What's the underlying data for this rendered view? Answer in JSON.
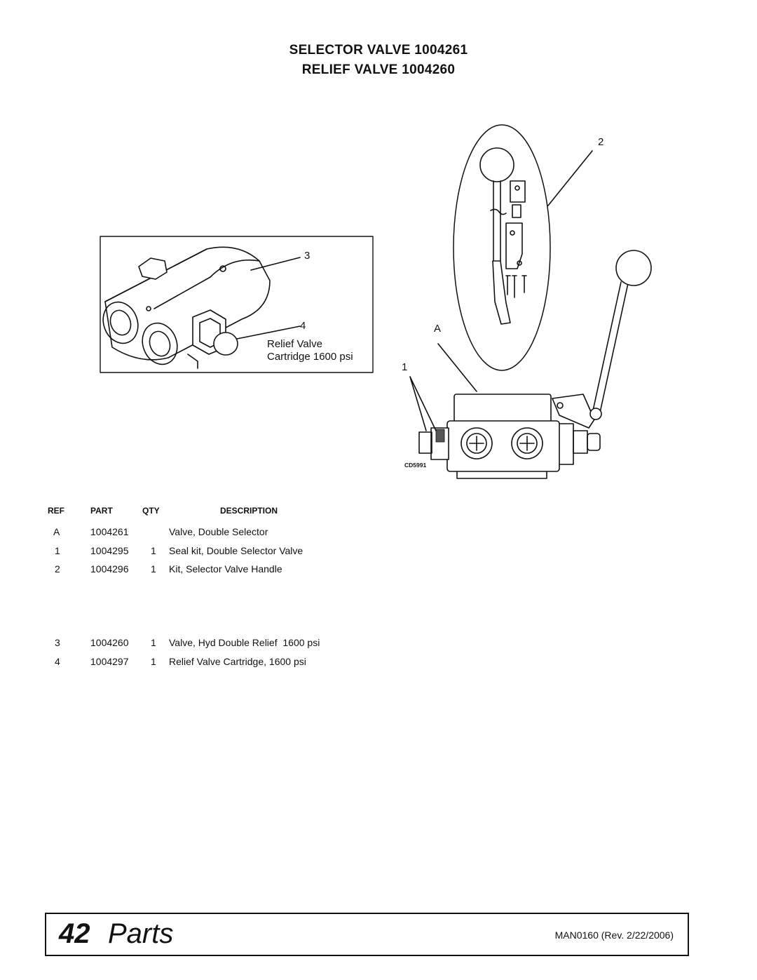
{
  "title_line1": "SELECTOR VALVE 1004261",
  "title_line2": "RELIEF VALVE 1004260",
  "callouts": {
    "c2": "2",
    "c3": "3",
    "c4": "4",
    "cA": "A",
    "c1": "1",
    "relief_line1": "Relief Valve",
    "relief_line2": "Cartridge 1600 psi"
  },
  "drawing_code": "CD5991",
  "table": {
    "headers": [
      "REF",
      "PART",
      "QTY",
      "DESCRIPTION"
    ],
    "rows": [
      {
        "ref": "A",
        "part": "1004261",
        "qty": "",
        "desc": "Valve, Double Selector"
      },
      {
        "ref": "1",
        "part": "1004295",
        "qty": "1",
        "desc": "Seal kit, Double Selector Valve"
      },
      {
        "ref": "2",
        "part": "1004296",
        "qty": "1",
        "desc": "Kit, Selector Valve Handle"
      },
      {
        "ref": "3",
        "part": "1004260",
        "qty": "1",
        "desc": "Valve, Hyd Double Relief  1600 psi"
      },
      {
        "ref": "4",
        "part": "1004297",
        "qty": "1",
        "desc": "Relief Valve Cartridge, 1600 psi"
      }
    ]
  },
  "footer": {
    "page_number": "42",
    "section": "Parts",
    "doc_ref": "MAN0160 (Rev. 2/22/2006)"
  }
}
